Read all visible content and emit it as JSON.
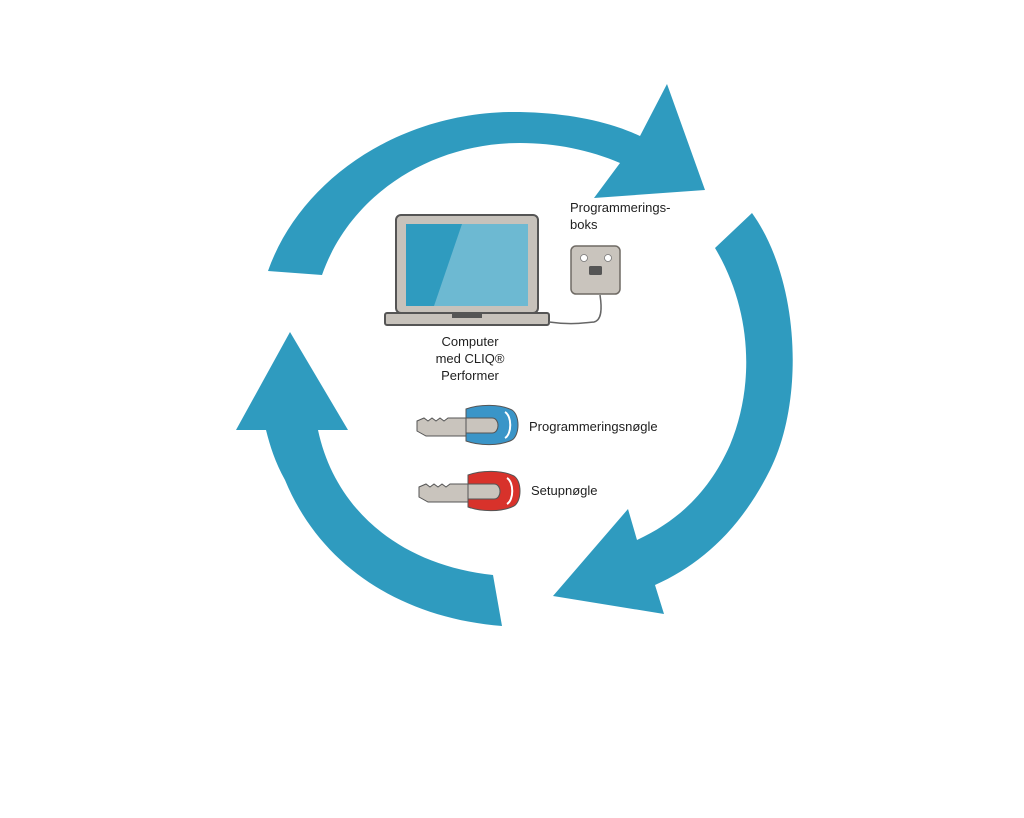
{
  "colors": {
    "arrow": "#2f9bbf",
    "laptop_body": "#c7c2bb",
    "laptop_edge": "#555555",
    "screen": "#2f9bbf",
    "box": "#c9c4bd",
    "key_blue": "#3a95c8",
    "key_red": "#d8322b",
    "key_metal": "#c9c4bd"
  },
  "diagram": {
    "computer_label": {
      "line1": "Computer",
      "line2": "med CLIQ®",
      "line3": "Performer"
    },
    "box_label": {
      "line1": "Programmerings-",
      "line2": "boks"
    },
    "programming_key_label": "Programmeringsnøgle",
    "setup_key_label": "Setupnøgle",
    "icons": {
      "cycle": "cycle-arrows-icon",
      "laptop": "laptop-icon",
      "box": "programming-box-icon",
      "key": "key-icon"
    }
  }
}
